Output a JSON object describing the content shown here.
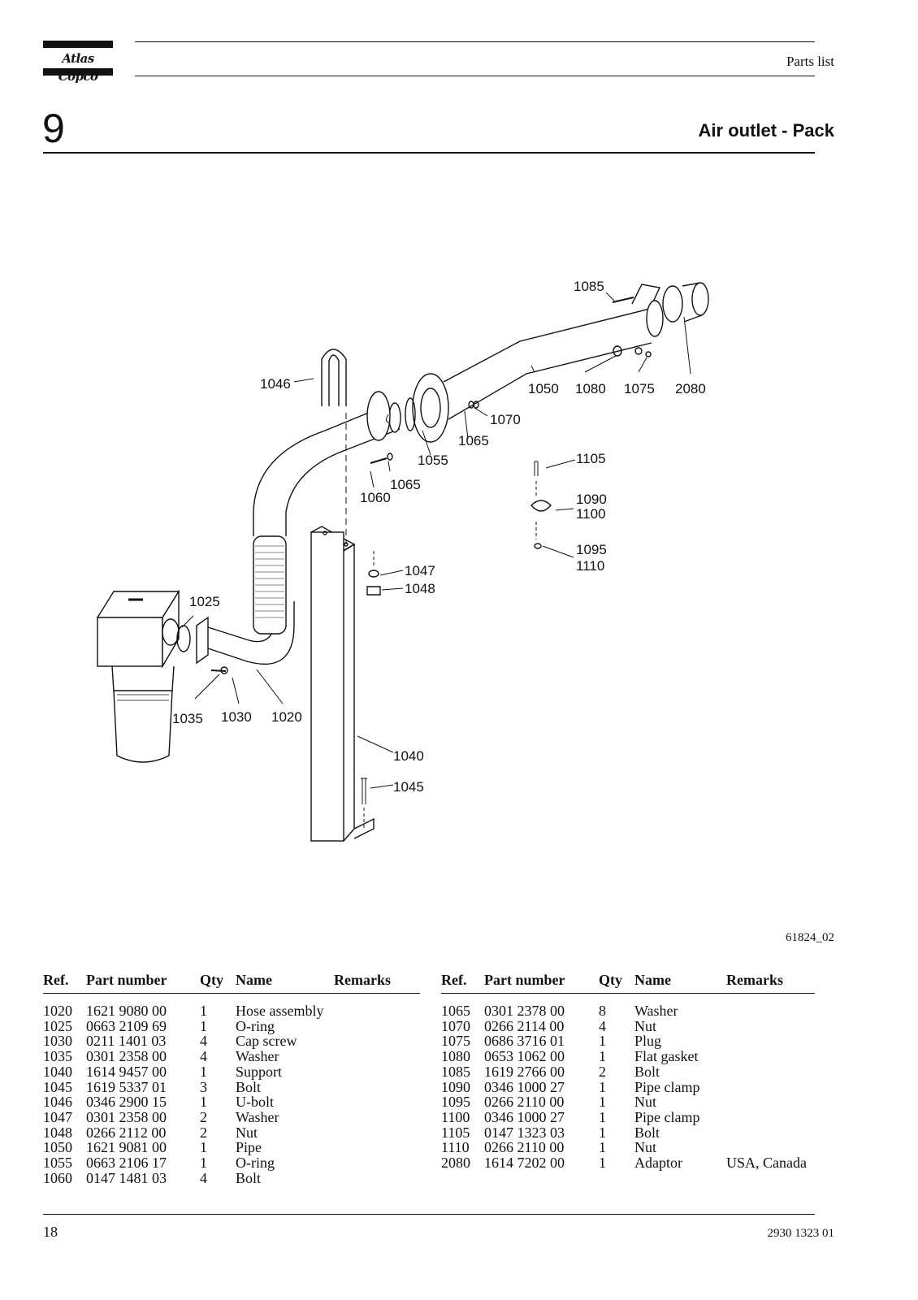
{
  "header": {
    "brand": "Atlas Copco",
    "label": "Parts list"
  },
  "chapter": {
    "number": "9",
    "title": "Air outlet - Pack"
  },
  "drawing": {
    "drawing_id": "61824_02",
    "callouts": [
      "1085",
      "1046",
      "1050",
      "1080",
      "1075",
      "2080",
      "1070",
      "1065",
      "1055",
      "1065",
      "1060",
      "1105",
      "1090",
      "1100",
      "1095",
      "1110",
      "1047",
      "1048",
      "1025",
      "1035",
      "1030",
      "1020",
      "1040",
      "1045"
    ]
  },
  "table": {
    "headers": {
      "ref": "Ref.",
      "part_number": "Part number",
      "qty": "Qty",
      "name": "Name",
      "remarks": "Remarks"
    },
    "left_rows": [
      {
        "ref": "1020",
        "part_number": "1621 9080 00",
        "qty": "1",
        "name": "Hose assembly",
        "remarks": ""
      },
      {
        "ref": "1025",
        "part_number": "0663 2109 69",
        "qty": "1",
        "name": "O-ring",
        "remarks": ""
      },
      {
        "ref": "1030",
        "part_number": "0211 1401 03",
        "qty": "4",
        "name": "Cap screw",
        "remarks": ""
      },
      {
        "ref": "1035",
        "part_number": "0301 2358 00",
        "qty": "4",
        "name": "Washer",
        "remarks": ""
      },
      {
        "ref": "1040",
        "part_number": "1614 9457 00",
        "qty": "1",
        "name": "Support",
        "remarks": ""
      },
      {
        "ref": "1045",
        "part_number": "1619 5337 01",
        "qty": "3",
        "name": "Bolt",
        "remarks": ""
      },
      {
        "ref": "1046",
        "part_number": "0346 2900 15",
        "qty": "1",
        "name": "U-bolt",
        "remarks": ""
      },
      {
        "ref": "1047",
        "part_number": "0301 2358 00",
        "qty": "2",
        "name": "Washer",
        "remarks": ""
      },
      {
        "ref": "1048",
        "part_number": "0266 2112 00",
        "qty": "2",
        "name": "Nut",
        "remarks": ""
      },
      {
        "ref": "1050",
        "part_number": "1621 9081 00",
        "qty": "1",
        "name": "Pipe",
        "remarks": ""
      },
      {
        "ref": "1055",
        "part_number": "0663 2106 17",
        "qty": "1",
        "name": "O-ring",
        "remarks": ""
      },
      {
        "ref": "1060",
        "part_number": "0147 1481 03",
        "qty": "4",
        "name": "Bolt",
        "remarks": ""
      }
    ],
    "right_rows": [
      {
        "ref": "1065",
        "part_number": "0301 2378 00",
        "qty": "8",
        "name": "Washer",
        "remarks": ""
      },
      {
        "ref": "1070",
        "part_number": "0266 2114 00",
        "qty": "4",
        "name": "Nut",
        "remarks": ""
      },
      {
        "ref": "1075",
        "part_number": "0686 3716 01",
        "qty": "1",
        "name": "Plug",
        "remarks": ""
      },
      {
        "ref": "1080",
        "part_number": "0653 1062 00",
        "qty": "1",
        "name": "Flat gasket",
        "remarks": ""
      },
      {
        "ref": "1085",
        "part_number": "1619 2766 00",
        "qty": "2",
        "name": "Bolt",
        "remarks": ""
      },
      {
        "ref": "1090",
        "part_number": "0346 1000 27",
        "qty": "1",
        "name": "Pipe clamp",
        "remarks": ""
      },
      {
        "ref": "1095",
        "part_number": "0266 2110 00",
        "qty": "1",
        "name": "Nut",
        "remarks": ""
      },
      {
        "ref": "1100",
        "part_number": "0346 1000 27",
        "qty": "1",
        "name": "Pipe clamp",
        "remarks": ""
      },
      {
        "ref": "1105",
        "part_number": "0147 1323 03",
        "qty": "1",
        "name": "Bolt",
        "remarks": ""
      },
      {
        "ref": "1110",
        "part_number": "0266 2110 00",
        "qty": "1",
        "name": "Nut",
        "remarks": ""
      },
      {
        "ref": "2080",
        "part_number": "1614 7202 00",
        "qty": "1",
        "name": "Adaptor",
        "remarks": "USA, Canada"
      }
    ]
  },
  "footer": {
    "page_number": "18",
    "doc_number": "2930 1323 01"
  }
}
